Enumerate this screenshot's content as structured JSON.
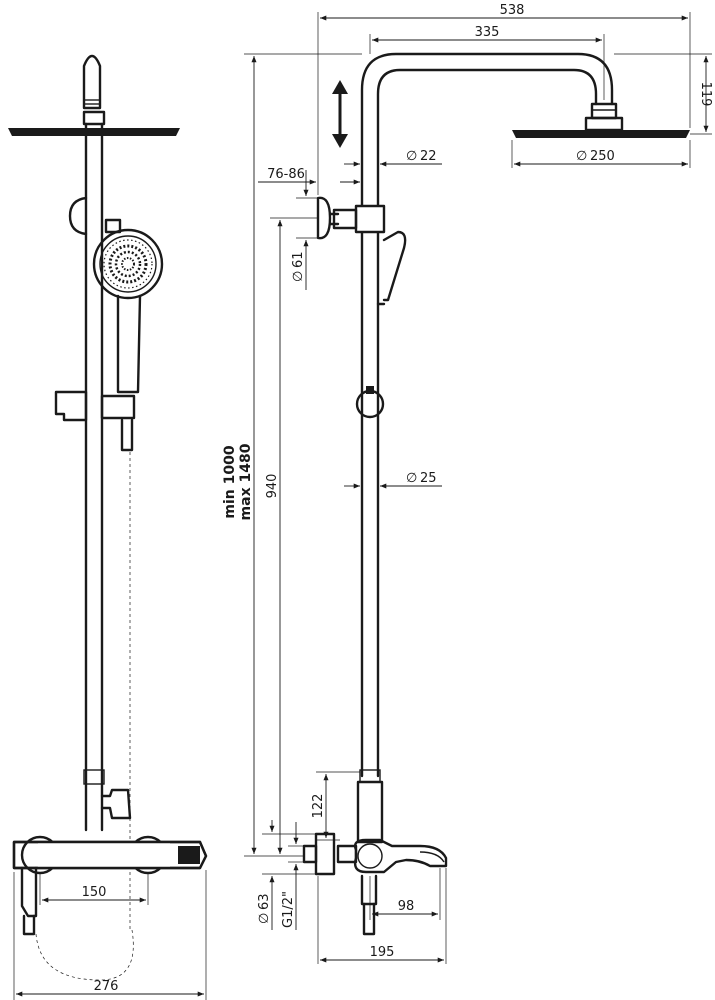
{
  "dimensions": {
    "d538": "538",
    "d335": "335",
    "d119": "119",
    "d7686": "76-86",
    "d22": "22",
    "d250": "250",
    "d61": "61",
    "d940": "940",
    "d25": "25",
    "dmin": "min 1000",
    "dmax": "max 1480",
    "d122": "122",
    "d63": "63",
    "dG12": "G1/2\"",
    "d98": "98",
    "d195": "195",
    "d150": "150",
    "d276": "276"
  },
  "symbols": {
    "diameter": "∅"
  }
}
